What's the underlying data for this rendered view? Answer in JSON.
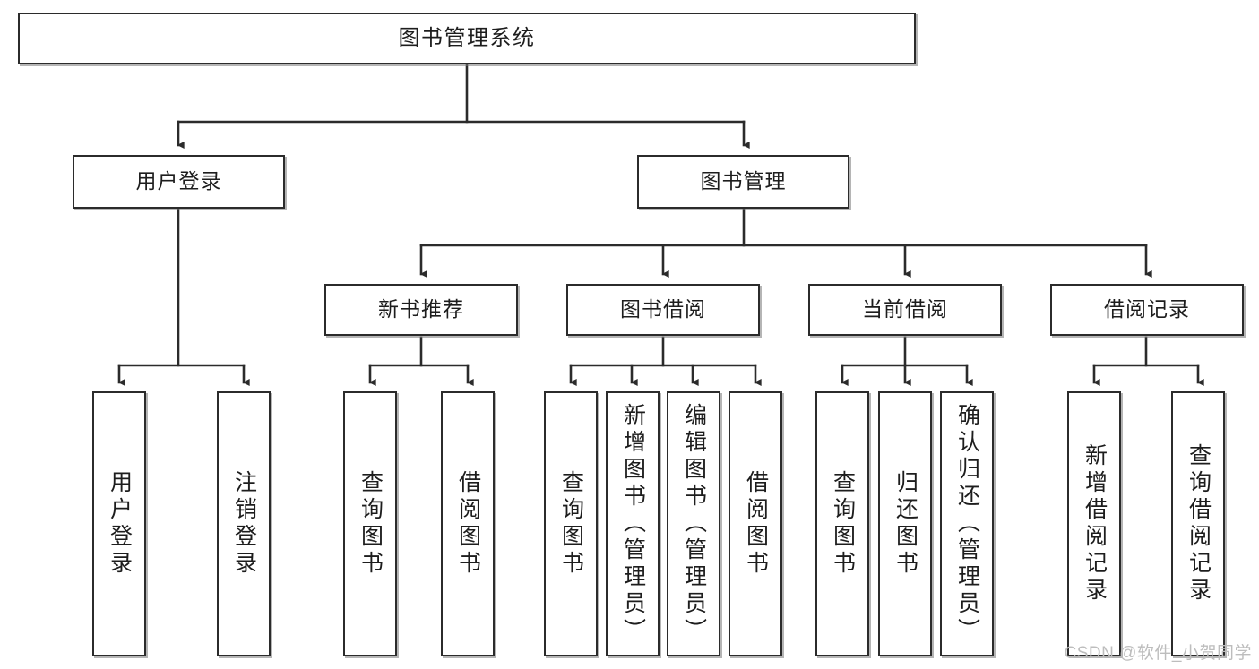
{
  "diagram": {
    "type": "tree-hierarchy-chart",
    "title": "图书管理系统",
    "stroke_color": "#2b2b2b",
    "fill_color": "#ffffff",
    "shadow_color": "#9a9a9a",
    "levels": {
      "root": {
        "label": "图书管理系统"
      },
      "level2": [
        {
          "id": "user-login",
          "label": "用户登录"
        },
        {
          "id": "book-manage",
          "label": "图书管理"
        }
      ],
      "level3": [
        {
          "id": "new-book-rec",
          "label": "新书推荐"
        },
        {
          "id": "book-borrow",
          "label": "图书借阅"
        },
        {
          "id": "current-borrow",
          "label": "当前借阅"
        },
        {
          "id": "borrow-record",
          "label": "借阅记录"
        }
      ],
      "leaves": [
        {
          "id": "leaf-user-login",
          "label": "用户登录",
          "parent": "user-login"
        },
        {
          "id": "leaf-logout",
          "label": "注销登录",
          "parent": "user-login"
        },
        {
          "id": "leaf-query-book-1",
          "label": "查询图书",
          "parent": "new-book-rec"
        },
        {
          "id": "leaf-borrow-book-1",
          "label": "借阅图书",
          "parent": "new-book-rec"
        },
        {
          "id": "leaf-query-book-2",
          "label": "查询图书",
          "parent": "book-borrow"
        },
        {
          "id": "leaf-add-book",
          "label": "新增图书（管理员）",
          "parent": "book-borrow"
        },
        {
          "id": "leaf-edit-book",
          "label": "编辑图书（管理员）",
          "parent": "book-borrow"
        },
        {
          "id": "leaf-borrow-book-2",
          "label": "借阅图书",
          "parent": "book-borrow"
        },
        {
          "id": "leaf-query-book-3",
          "label": "查询图书",
          "parent": "current-borrow"
        },
        {
          "id": "leaf-return-book",
          "label": "归还图书",
          "parent": "current-borrow"
        },
        {
          "id": "leaf-confirm-return",
          "label": "确认归还（管理员）",
          "parent": "current-borrow"
        },
        {
          "id": "leaf-add-record",
          "label": "新增借阅记录",
          "parent": "borrow-record"
        },
        {
          "id": "leaf-query-record",
          "label": "查询借阅记录",
          "parent": "borrow-record"
        }
      ]
    }
  },
  "watermark": {
    "text": "CSDN @软件_小贺同学"
  }
}
